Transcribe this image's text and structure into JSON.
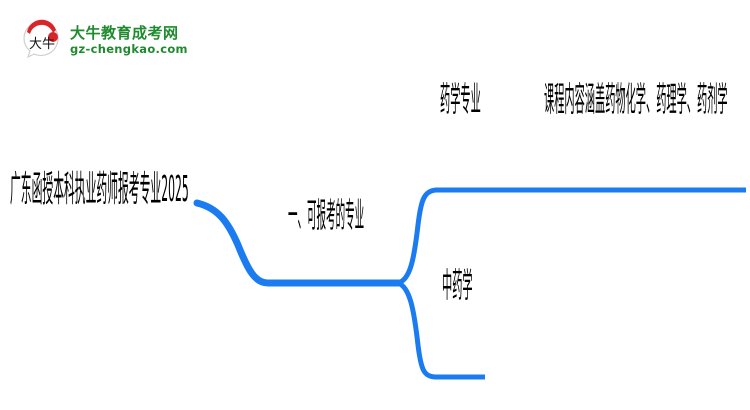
{
  "logo": {
    "badge_text": "大牛",
    "title": "大牛教育成考网",
    "url": "gz-chengkao.com"
  },
  "mindmap": {
    "root": {
      "label": "广东函授本科执业药师报考专业2025"
    },
    "level1": {
      "label": "一、可报考的专业"
    },
    "children": [
      {
        "label": "药学专业",
        "detail": "课程内容涵盖药物化学、药理学、药剂学"
      },
      {
        "label": "中药学"
      }
    ],
    "line_color": "#1a7cf0"
  }
}
